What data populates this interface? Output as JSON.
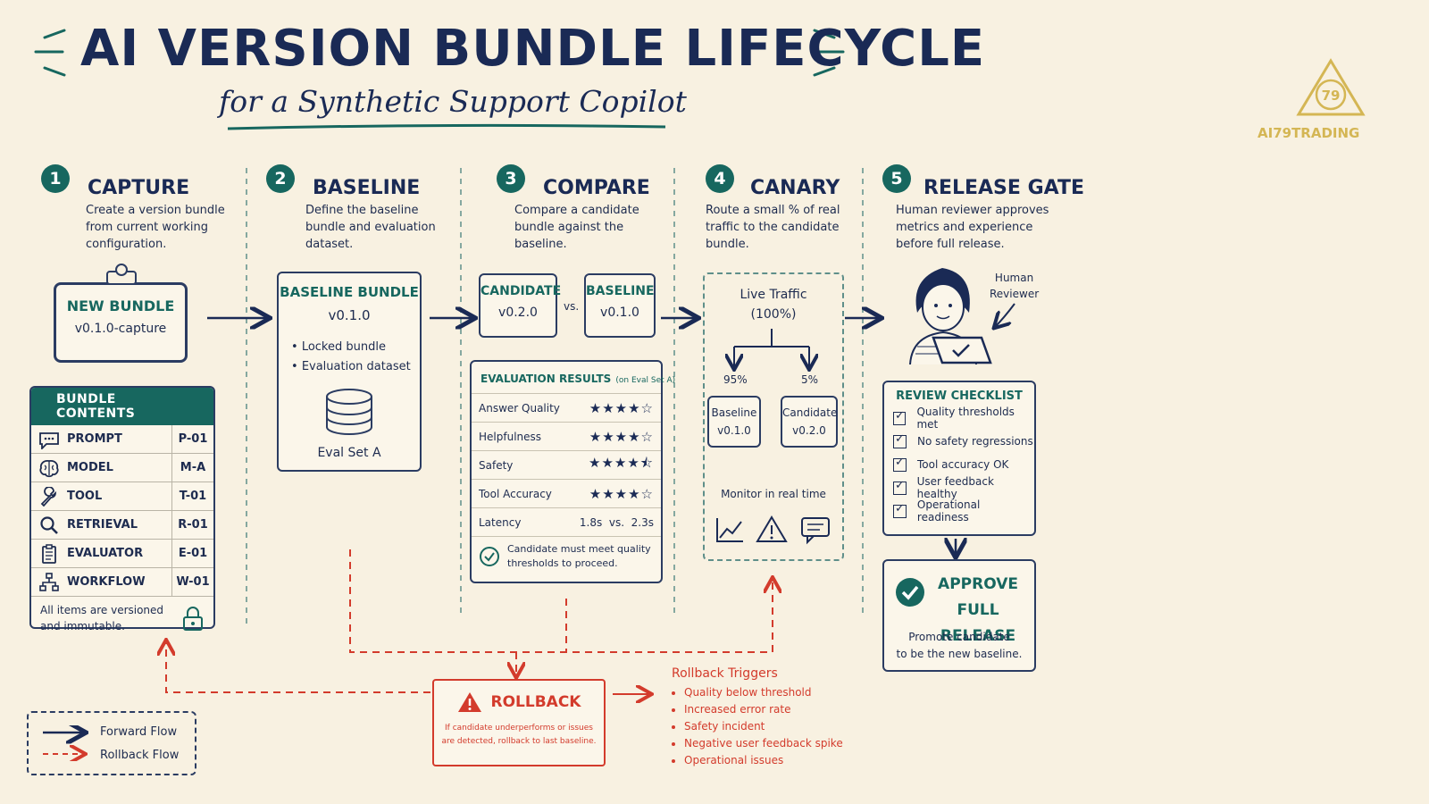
{
  "header": {
    "title": "AI VERSION BUNDLE LIFECYCLE",
    "subtitle": "for a Synthetic Support Copilot",
    "logo_text": "AI79TRADING",
    "logo_mark": "79"
  },
  "steps": [
    {
      "num": "1",
      "title": "CAPTURE",
      "desc": [
        "Create a version bundle",
        "from current working",
        "configuration."
      ]
    },
    {
      "num": "2",
      "title": "BASELINE",
      "desc": [
        "Define the baseline",
        "bundle and evaluation",
        "dataset."
      ]
    },
    {
      "num": "3",
      "title": "COMPARE",
      "desc": [
        "Compare a candidate",
        "bundle against the",
        "baseline."
      ]
    },
    {
      "num": "4",
      "title": "CANARY",
      "desc": [
        "Route a small % of real",
        "traffic to the candidate",
        "bundle."
      ]
    },
    {
      "num": "5",
      "title": "RELEASE GATE",
      "desc": [
        "Human reviewer approves",
        "metrics and experience",
        "before full release."
      ]
    }
  ],
  "capture": {
    "bundle_title": "NEW BUNDLE",
    "bundle_version": "v0.1.0-capture",
    "contents_title": "BUNDLE CONTENTS",
    "items": [
      {
        "icon": "chat-icon",
        "name": "PROMPT",
        "code": "P-01"
      },
      {
        "icon": "brain-icon",
        "name": "MODEL",
        "code": "M-A"
      },
      {
        "icon": "wrench-icon",
        "name": "TOOL",
        "code": "T-01"
      },
      {
        "icon": "magnifier-icon",
        "name": "RETRIEVAL",
        "code": "R-01"
      },
      {
        "icon": "clipboard-icon",
        "name": "EVALUATOR",
        "code": "E-01"
      },
      {
        "icon": "workflow-icon",
        "name": "WORKFLOW",
        "code": "W-01"
      }
    ],
    "footer": [
      "All items are versioned",
      "and immutable."
    ]
  },
  "baseline": {
    "title": "BASELINE BUNDLE",
    "version": "v0.1.0",
    "bullets": [
      "Locked bundle",
      "Evaluation dataset"
    ],
    "db_label": "Eval Set A"
  },
  "compare": {
    "candidate_label": "CANDIDATE",
    "candidate_version": "v0.2.0",
    "vs": "vs.",
    "baseline_label": "BASELINE",
    "baseline_version": "v0.1.0",
    "results_title": "EVALUATION RESULTS",
    "results_sub": "(on Eval Set A)",
    "rows": [
      {
        "label": "Answer Quality",
        "stars": "★★★★☆"
      },
      {
        "label": "Helpfulness",
        "stars": "★★★★☆"
      },
      {
        "label": "Safety",
        "stars": "★★★★⯪"
      },
      {
        "label": "Tool Accuracy",
        "stars": "★★★★☆"
      }
    ],
    "latency_label": "Latency",
    "latency_value": "1.8s  vs.  2.3s",
    "note": [
      "Candidate must meet quality",
      "thresholds to proceed."
    ]
  },
  "canary": {
    "traffic": [
      "Live Traffic",
      "(100%)"
    ],
    "pct_a": "95%",
    "pct_b": "5%",
    "box_a": [
      "Baseline",
      "v0.1.0"
    ],
    "box_b": [
      "Candidate",
      "v0.2.0"
    ],
    "monitor": "Monitor in real time"
  },
  "release": {
    "reviewer_label": [
      "Human",
      "Reviewer"
    ],
    "checklist_title": "REVIEW CHECKLIST",
    "checklist": [
      "Quality thresholds met",
      "No safety regressions",
      "Tool accuracy OK",
      "User feedback healthy",
      "Operational readiness"
    ],
    "approve": [
      "APPROVE",
      "FULL RELEASE"
    ],
    "approve_desc": [
      "Promote candidate",
      "to be the new baseline."
    ]
  },
  "rollback": {
    "title": "ROLLBACK",
    "desc": [
      "If candidate underperforms or issues",
      "are detected, rollback to last baseline."
    ],
    "triggers_title": "Rollback Triggers",
    "triggers": [
      "Quality below threshold",
      "Increased error rate",
      "Safety incident",
      "Negative user feedback spike",
      "Operational issues"
    ]
  },
  "legend": {
    "forward": "Forward Flow",
    "rollback": "Rollback Flow"
  },
  "colors": {
    "navy": "#1a2a55",
    "teal": "#17675f",
    "red": "#d33b2c",
    "gold": "#d4b654",
    "background": "#f8f1e1"
  }
}
